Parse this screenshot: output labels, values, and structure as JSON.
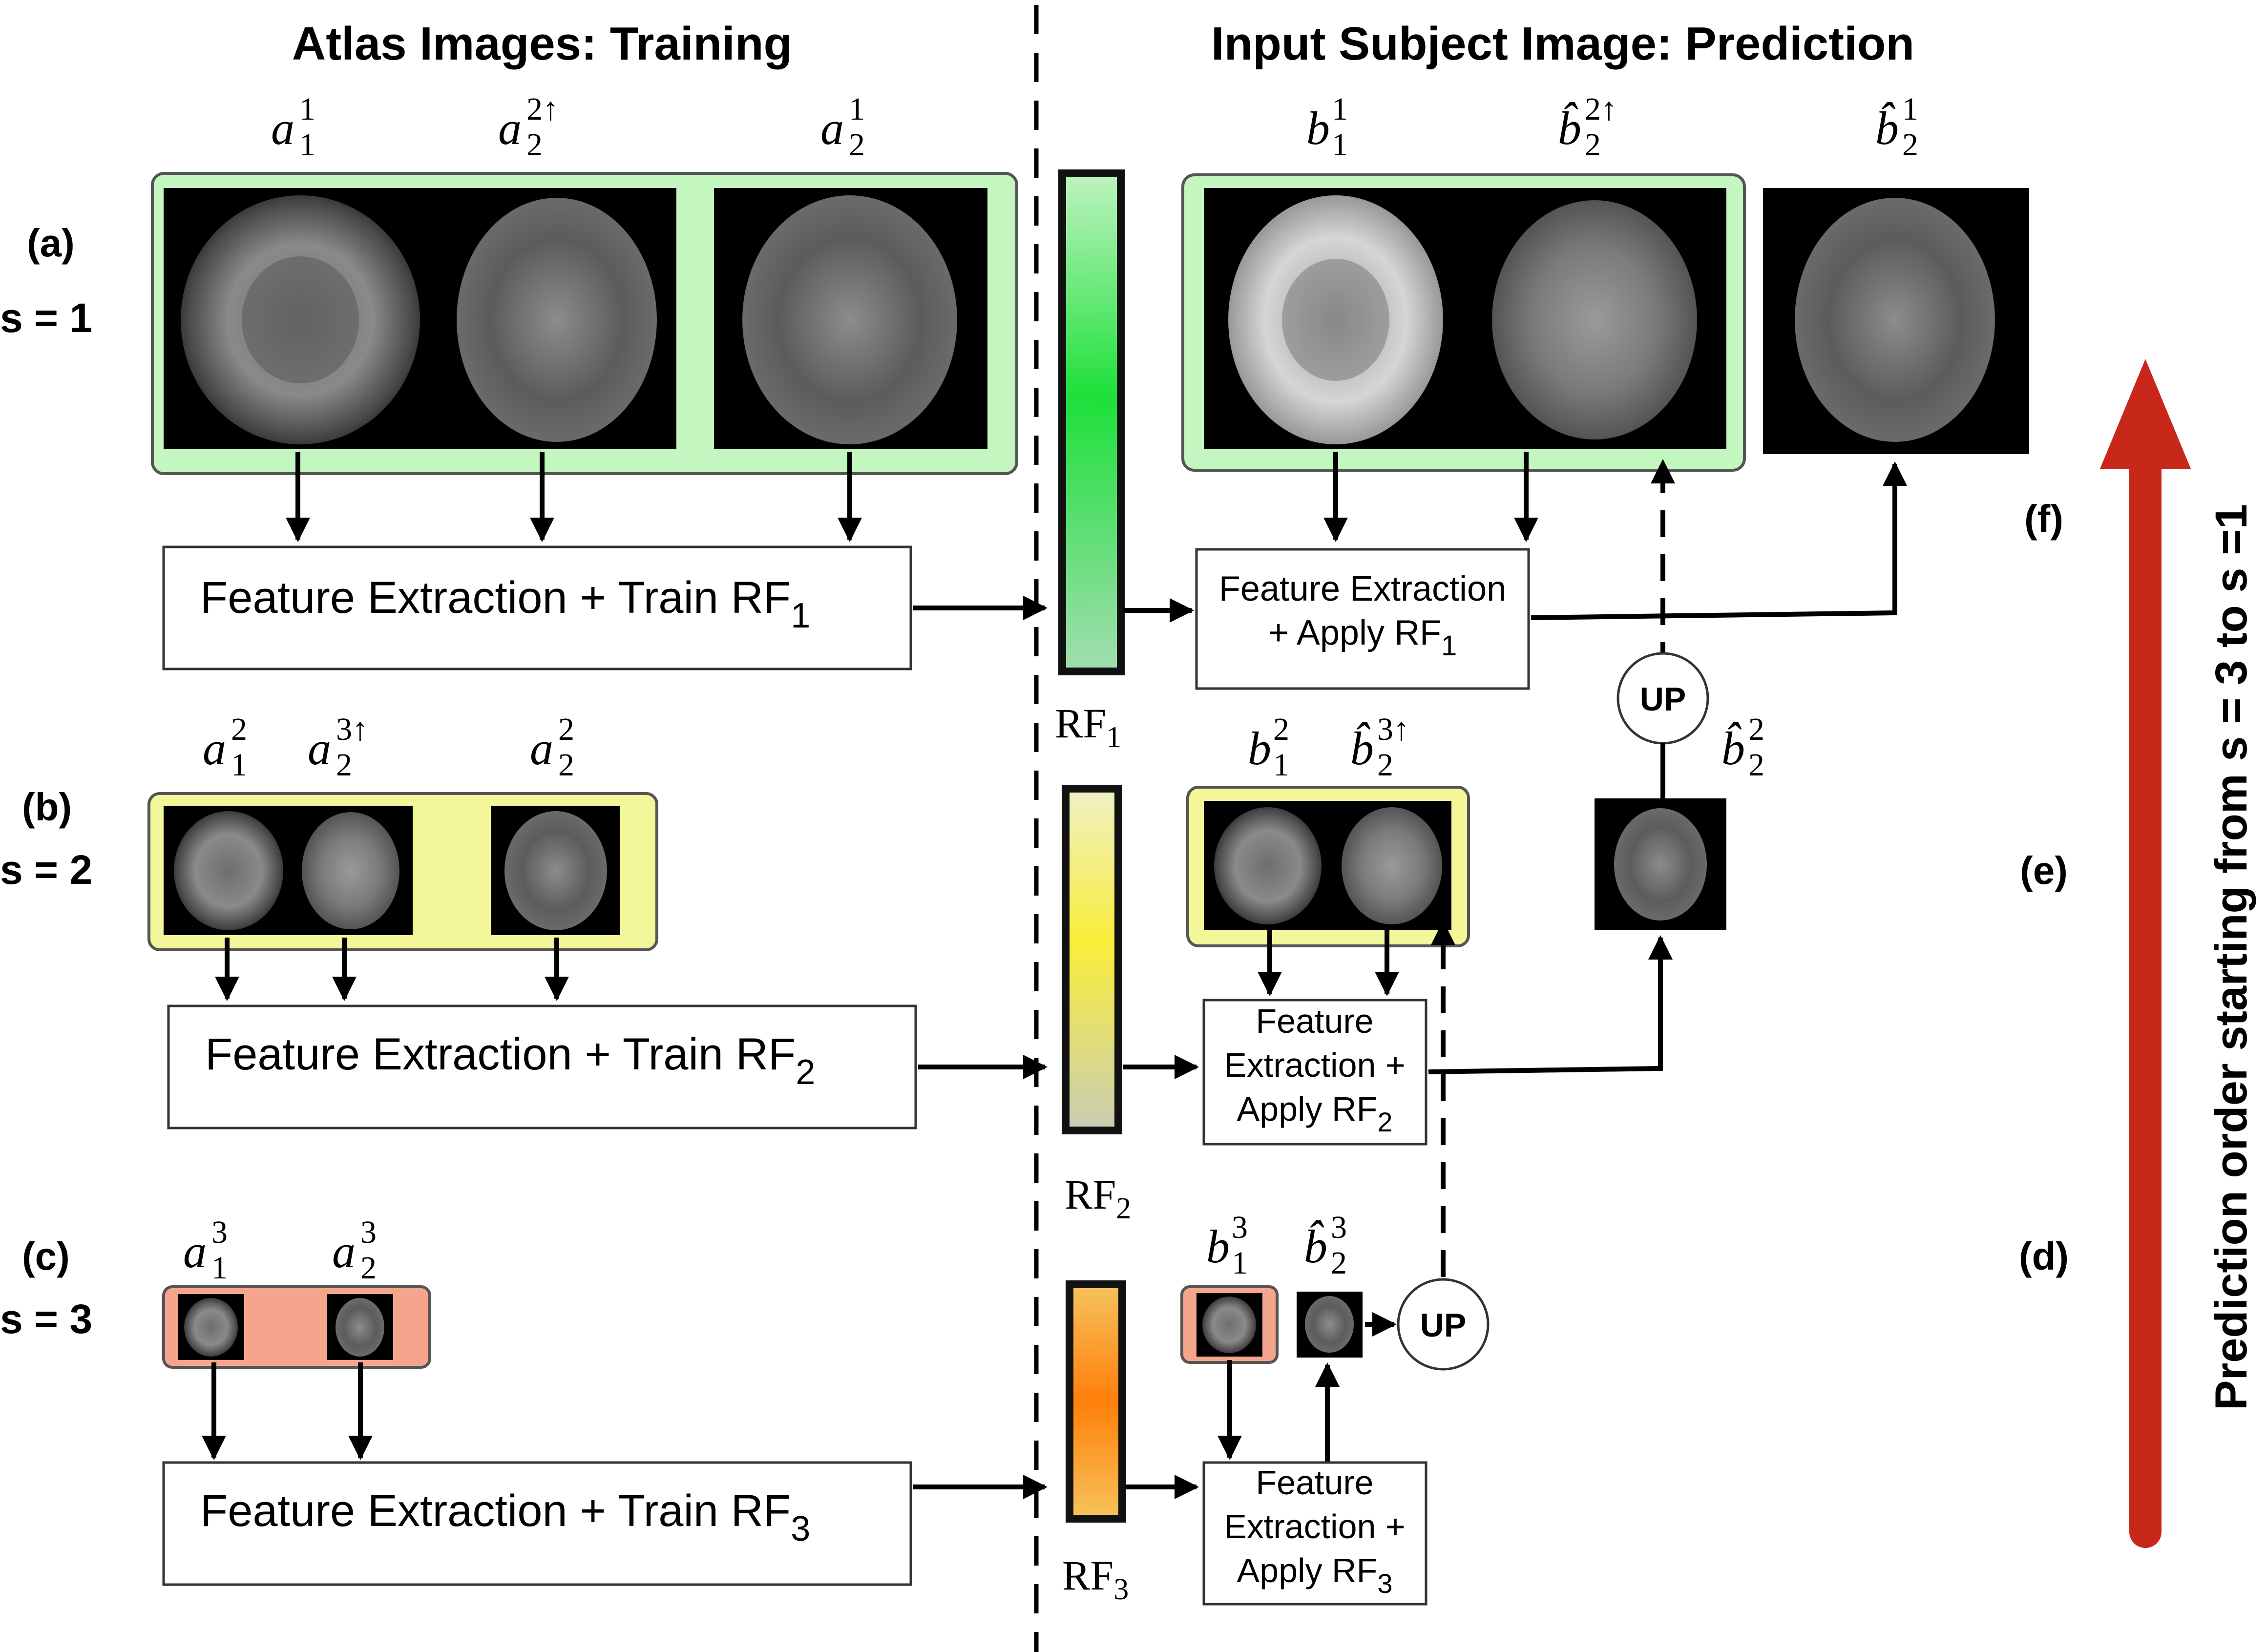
{
  "headers": {
    "training": "Atlas Images: Training",
    "prediction": "Input Subject Image: Prediction"
  },
  "rows": {
    "a": {
      "tag": "(a)",
      "scale": "s = 1"
    },
    "b": {
      "tag": "(b)",
      "scale": "s = 2"
    },
    "c": {
      "tag": "(c)",
      "scale": "s = 3"
    }
  },
  "side_tags": {
    "f": "(f)",
    "e": "(e)",
    "d": "(d)"
  },
  "order_label": "Prediction order starting from s = 3 to s =1",
  "image_labels": {
    "a1_1": "a",
    "a1_1_sub": "1",
    "a1_1_sup": "1",
    "a2_2up": "a",
    "a2_2up_sub": "2",
    "a2_2up_sup": "2↑",
    "a2_1": "a",
    "a2_1_sub": "2",
    "a2_1_sup": "1",
    "b1_1": "b",
    "b1_1_sub": "1",
    "b1_1_sup": "1",
    "bh2_2up": "b̂",
    "bh2_2up_sub": "2",
    "bh2_2up_sup": "2↑",
    "bh2_1": "b̂",
    "bh2_1_sub": "2",
    "bh2_1_sup": "1",
    "a1_2": "a",
    "a1_2_sub": "1",
    "a1_2_sup": "2",
    "a2_3up": "a",
    "a2_3up_sub": "2",
    "a2_3up_sup": "3↑",
    "a2_2": "a",
    "a2_2_sub": "2",
    "a2_2_sup": "2",
    "b1_2": "b",
    "b1_2_sub": "1",
    "b1_2_sup": "2",
    "bh2_3up": "b̂",
    "bh2_3up_sub": "2",
    "bh2_3up_sup": "3↑",
    "bh2_2": "b̂",
    "bh2_2_sub": "2",
    "bh2_2_sup": "2",
    "a1_3": "a",
    "a1_3_sub": "1",
    "a1_3_sup": "3",
    "a2_3": "a",
    "a2_3_sub": "2",
    "a2_3_sup": "3",
    "b1_3": "b",
    "b1_3_sub": "1",
    "b1_3_sup": "3",
    "bh2_3": "b̂",
    "bh2_3_sub": "2",
    "bh2_3_sup": "3"
  },
  "boxes": {
    "train1": {
      "text": "Feature Extraction + Train RF",
      "sub": "1"
    },
    "train2": {
      "text": "Feature Extraction + Train RF",
      "sub": "2"
    },
    "train3": {
      "text": "Feature Extraction + Train RF",
      "sub": "3"
    },
    "apply1": {
      "line1": "Feature Extraction",
      "line2": "+ Apply RF",
      "sub": "1"
    },
    "apply2": {
      "line1": "Feature",
      "line2": "Extraction +",
      "line3": "Apply RF",
      "sub": "2"
    },
    "apply3": {
      "line1": "Feature",
      "line2": "Extraction +",
      "line3": "Apply RF",
      "sub": "3"
    }
  },
  "rf_labels": {
    "rf1": "RF",
    "rf1_sub": "1",
    "rf2": "RF",
    "rf2_sub": "2",
    "rf3": "RF",
    "rf3_sub": "3"
  },
  "up_label_1": "UP",
  "up_label_2": "UP",
  "colors": {
    "scale1_bg": "#c4f7c0",
    "scale2_bg": "#f4f69a",
    "scale3_bg": "#f6a58d",
    "arrow_red": "#c8281a"
  }
}
